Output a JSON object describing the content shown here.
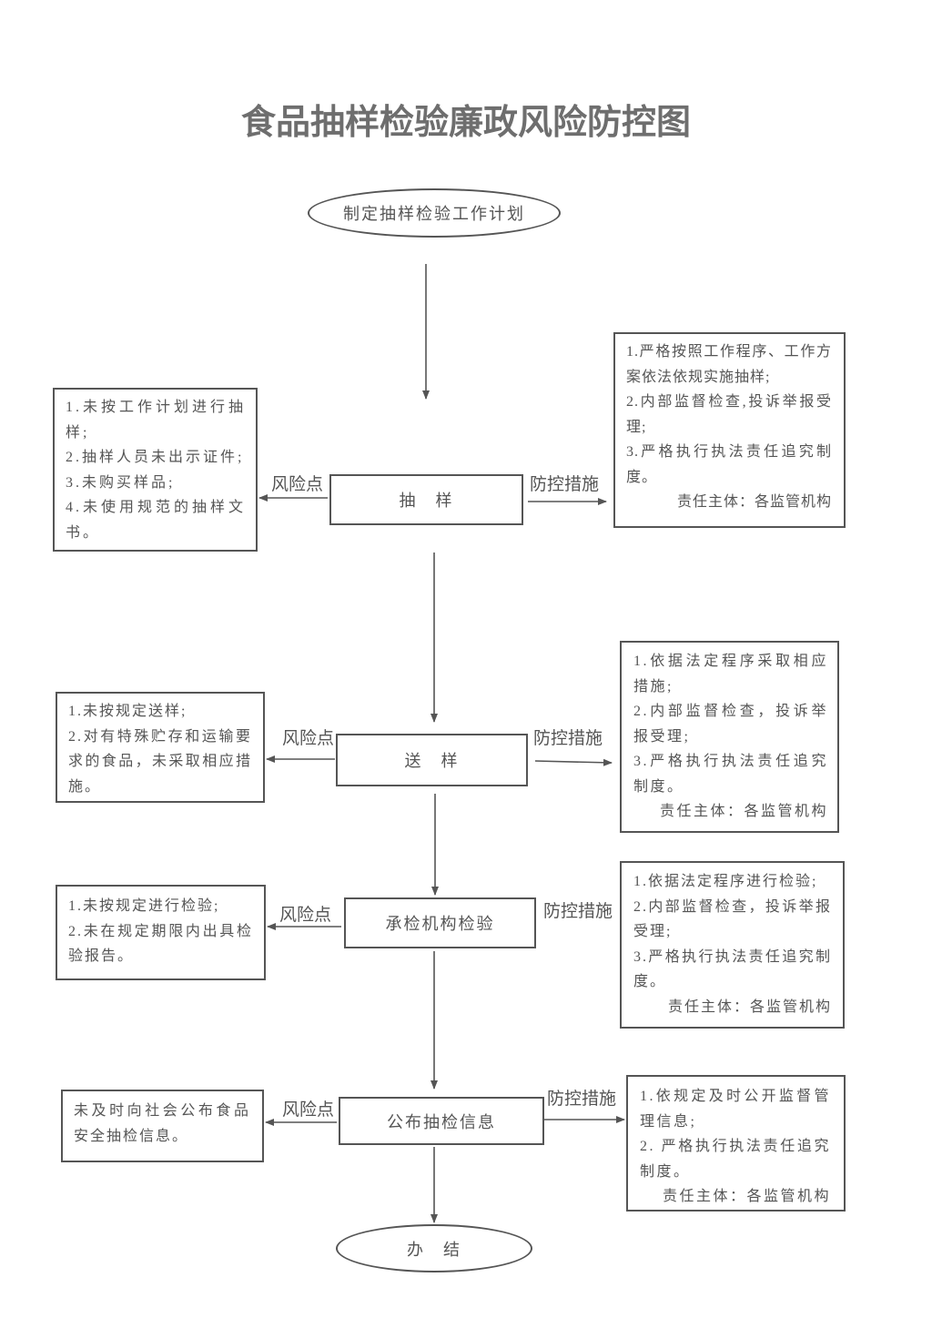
{
  "title": "食品抽样检验廉政风险防控图",
  "start": {
    "label": "制定抽样检验工作计划"
  },
  "steps": [
    {
      "label": "抽　样",
      "risk_label": "风险点",
      "risks": [
        "1.未按工作计划进行抽样;",
        "2.抽样人员未出示证件;",
        "3.未购买样品;",
        "4.未使用规范的抽样文书。"
      ],
      "control_label": "防控措施",
      "controls": [
        "1.严格按照工作程序、工作方案依法依规实施抽样;",
        "2.内部监督检查,投诉举报受理;",
        "3.严格执行执法责任追究制度。"
      ],
      "owner": "责任主体：各监管机构"
    },
    {
      "label": "送　样",
      "risk_label": "风险点",
      "risks": [
        "1.未按规定送样;",
        "2.对有特殊贮存和运输要求的食品，未采取相应措施。"
      ],
      "control_label": "防控措施",
      "controls": [
        "1.依据法定程序采取相应措施;",
        "2.内部监督检查，投诉举报受理;",
        "3.严格执行执法责任追究制度。"
      ],
      "owner": "责任主体：各监管机构"
    },
    {
      "label": "承检机构检验",
      "risk_label": "风险点",
      "risks": [
        "1.未按规定进行检验;",
        "2.未在规定期限内出具检验报告。"
      ],
      "control_label": "防控措施",
      "controls": [
        "1.依据法定程序进行检验;",
        "2.内部监督检查，投诉举报受理;",
        "3.严格执行执法责任追究制度。"
      ],
      "owner": "责任主体：各监管机构"
    },
    {
      "label": "公布抽检信息",
      "risk_label": "风险点",
      "risks": [
        "未及时向社会公布食品安全抽检信息。"
      ],
      "control_label": "防控措施",
      "controls": [
        "1.依规定及时公开监督管理信息;",
        "2. 严格执行执法责任追究制度。"
      ],
      "owner": "责任主体：各监管机构"
    }
  ],
  "end": {
    "label": "办　结"
  },
  "colors": {
    "line": "#555555",
    "text": "#555555",
    "title": "#6e6e6e",
    "background": "#ffffff"
  }
}
